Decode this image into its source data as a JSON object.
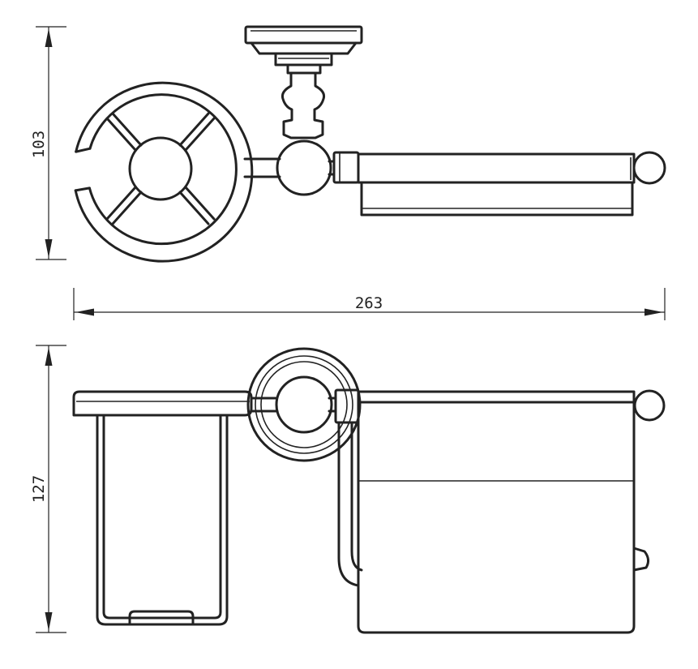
{
  "drawing": {
    "dimensions": {
      "top_view_height": "103",
      "overall_width": "263",
      "front_view_height": "127"
    },
    "colors": {
      "line": "#222222",
      "background": "#ffffff"
    }
  }
}
